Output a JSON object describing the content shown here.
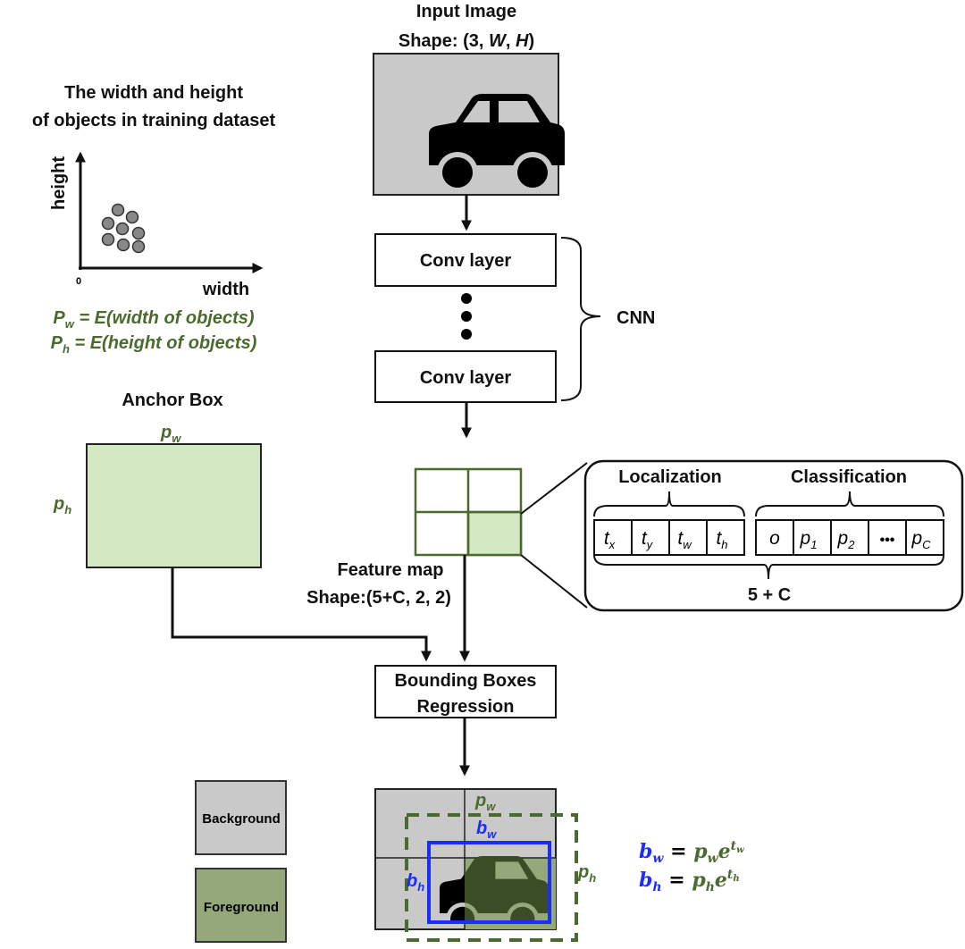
{
  "input": {
    "title": "Input Image",
    "shape_prefix": "Shape: (3, ",
    "shape_w": "W",
    "shape_sep": ", ",
    "shape_h": "H",
    "shape_suffix": ")"
  },
  "conv1": "Conv layer",
  "conv2": "Conv layer",
  "cnn": "CNN",
  "scatter": {
    "title1": "The width and height",
    "title2": "of objects in training dataset",
    "ylabel": "height",
    "xlabel": "width",
    "origin": "0"
  },
  "formulas": {
    "pw": {
      "base": "P",
      "sub": "w",
      "rest": " = E(width of objects)"
    },
    "ph": {
      "base": "P",
      "sub": "h",
      "rest": " = E(height of objects)"
    }
  },
  "anchor": {
    "title": "Anchor Box",
    "pw_base": "p",
    "pw_sub": "w",
    "ph_base": "p",
    "ph_sub": "h"
  },
  "feature_map": {
    "label": "Feature map",
    "shape": "Shape:(5+C, 2, 2)"
  },
  "vector": {
    "localization": "Localization",
    "classification": "Classification",
    "total": "5 + C",
    "cells": [
      {
        "base": "t",
        "sub": "x"
      },
      {
        "base": "t",
        "sub": "y"
      },
      {
        "base": "t",
        "sub": "w"
      },
      {
        "base": "t",
        "sub": "h"
      },
      {
        "base": "o",
        "sub": ""
      },
      {
        "base": "p",
        "sub": "1"
      },
      {
        "base": "p",
        "sub": "2"
      },
      {
        "base": "•••",
        "sub": ""
      },
      {
        "base": "p",
        "sub": "C"
      }
    ]
  },
  "bbr": {
    "line1": "Bounding Boxes",
    "line2": "Regression"
  },
  "legend": {
    "background": "Background",
    "foreground": "Foreground"
  },
  "output": {
    "pw_base": "p",
    "pw_sub": "w",
    "ph_base": "p",
    "ph_sub": "h",
    "bw_base": "b",
    "bw_sub": "w",
    "bh_base": "b",
    "bh_sub": "h"
  },
  "equations": {
    "bw": {
      "lhs": "b",
      "lhs_sub": "w",
      "eq": " = ",
      "p": "p",
      "p_sub": "w",
      "e": "e",
      "exp": "t",
      "exp_sub": "w"
    },
    "bh": {
      "lhs": "b",
      "lhs_sub": "h",
      "eq": " = ",
      "p": "p",
      "p_sub": "h",
      "e": "e",
      "exp": "t",
      "exp_sub": "h"
    }
  },
  "colors": {
    "green_text": "#4b6a2e",
    "blue": "#1b2cff",
    "anchor_fill": "#d5e8c4",
    "foreground_fill": "#94a87a",
    "background_fill": "#c9c9c9"
  }
}
